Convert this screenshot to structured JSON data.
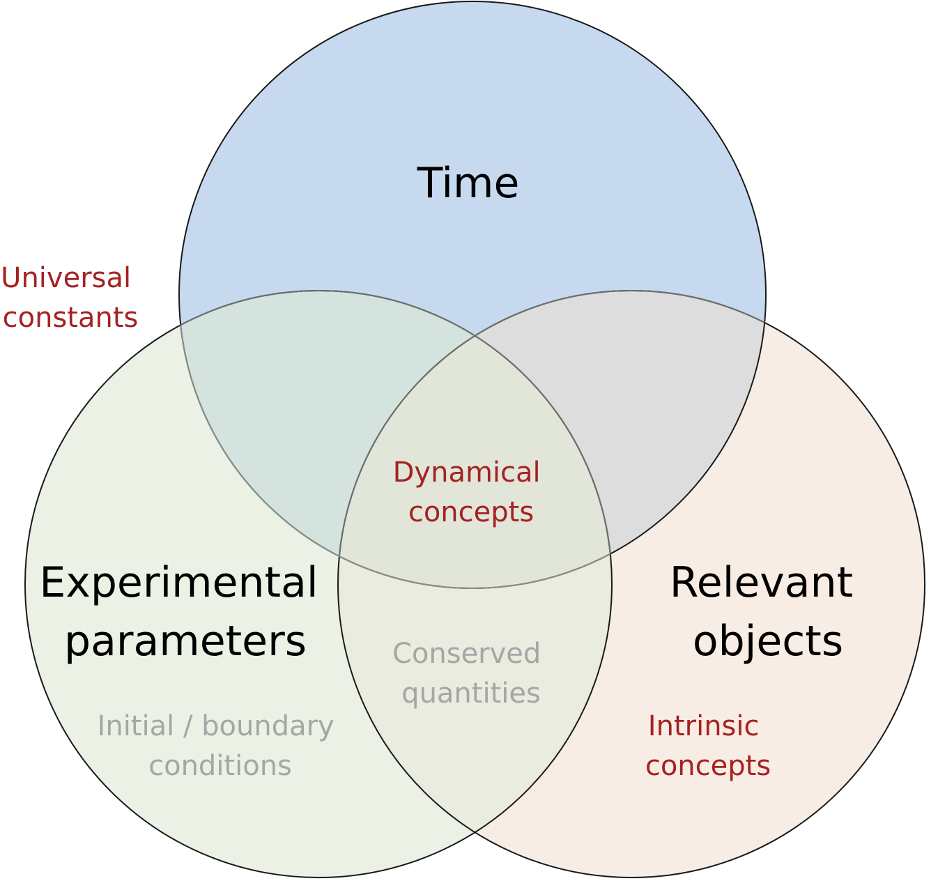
{
  "sets": {
    "time": {
      "label": "Time",
      "fill": "#c6d9ee",
      "stroke": "#1a1a1a"
    },
    "experimental": {
      "label_lines": [
        "Experimental",
        "parameters"
      ],
      "fill": "#ebf1e4",
      "stroke": "#1a1a1a"
    },
    "relevant": {
      "label_lines": [
        "Relevant",
        "objects"
      ],
      "fill": "#f8ede4",
      "stroke": "#1a1a1a"
    }
  },
  "regions": {
    "universal_constants": {
      "lines": [
        "Universal",
        "constants"
      ],
      "color": "#a52222"
    },
    "dynamical_concepts": {
      "lines": [
        "Dynamical",
        "concepts"
      ],
      "color": "#a52222"
    },
    "conserved_quantities": {
      "lines": [
        "Conserved",
        "quantities"
      ],
      "color": "#a6a6a6"
    },
    "initial_boundary": {
      "lines": [
        "Initial / boundary",
        "conditions"
      ],
      "color": "#a6a6a6"
    },
    "intrinsic_concepts": {
      "lines": [
        "Intrinsic",
        "concepts"
      ],
      "color": "#a52222"
    }
  },
  "colors": {
    "label_black": "#000000"
  }
}
